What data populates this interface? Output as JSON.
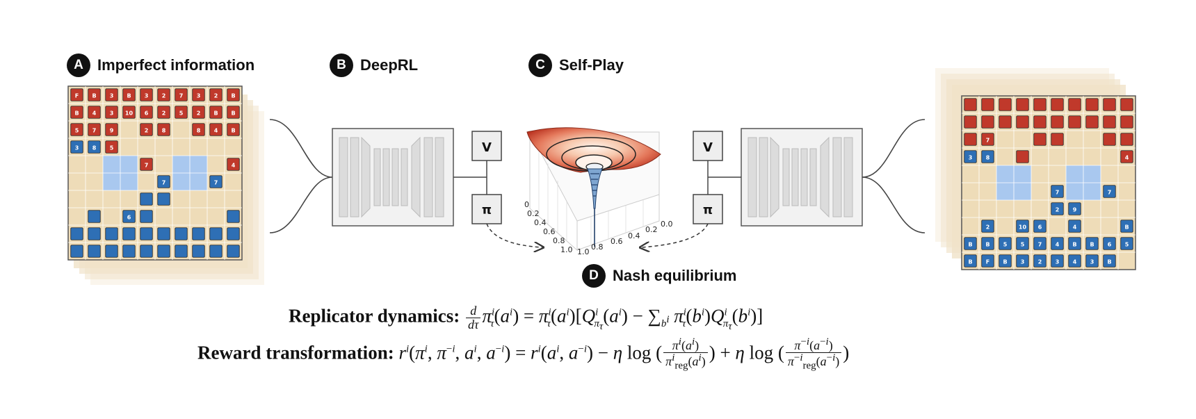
{
  "labels": {
    "a": {
      "letter": "A",
      "text": "Imperfect information"
    },
    "b": {
      "letter": "B",
      "text": "DeepRL"
    },
    "c": {
      "letter": "C",
      "text": "Self-Play"
    },
    "d": {
      "letter": "D",
      "text": "Nash equilibrium"
    }
  },
  "heads": {
    "value": "V",
    "policy": "π"
  },
  "surface_ticks": {
    "left_axis": [
      "0",
      "0.2",
      "0.4",
      "0.6",
      "0.8",
      "1.0"
    ],
    "bottom_axis": [
      "1.0",
      "0.8",
      "0.6",
      "0.4",
      "0.2",
      "0.0"
    ]
  },
  "equations": {
    "replicator_label": "Replicator dynamics:",
    "reward_label": "Reward transformation:"
  },
  "board_left": {
    "rows": [
      [
        "F",
        "B",
        "3",
        "B",
        "3",
        "2",
        "7",
        "3",
        "2",
        "B"
      ],
      [
        "B",
        "4",
        "3",
        "10",
        "6",
        "2",
        "5",
        "2",
        "B",
        "B"
      ],
      [
        "5",
        "7",
        "9",
        "",
        "2",
        "8",
        "",
        "8",
        "4",
        "B"
      ],
      [
        "3",
        "8",
        "5",
        "",
        "",
        "",
        "",
        "",
        "",
        ""
      ],
      [
        "",
        "",
        "",
        "",
        "7",
        "",
        "",
        "",
        "",
        "4"
      ],
      [
        "",
        "",
        "",
        "",
        "",
        "7",
        "",
        "",
        "7",
        ""
      ],
      [
        "",
        "",
        "",
        "",
        "",
        "",
        "",
        "",
        "",
        ""
      ],
      [
        "",
        "",
        "",
        "6",
        "",
        "",
        "",
        "",
        "",
        ""
      ],
      [
        "",
        "",
        "",
        "",
        "",
        "",
        "",
        "",
        "",
        ""
      ],
      [
        "",
        "",
        "",
        "",
        "",
        "",
        "",
        "",
        "",
        ""
      ]
    ]
  },
  "board_right": {
    "rows": [
      [
        "",
        "",
        "",
        "",
        "",
        "",
        "",
        "",
        "",
        ""
      ],
      [
        "",
        "",
        "",
        "",
        "",
        "",
        "",
        "",
        "",
        ""
      ],
      [
        "",
        "7",
        "",
        "",
        "",
        "",
        "",
        "",
        "",
        ""
      ],
      [
        "3",
        "8",
        "",
        "",
        "",
        "",
        "",
        "",
        "",
        "4"
      ],
      [
        "",
        "",
        "",
        "",
        "",
        "",
        "",
        "",
        "",
        ""
      ],
      [
        "",
        "",
        "",
        "",
        "",
        "7",
        "",
        "",
        "7",
        ""
      ],
      [
        "",
        "",
        "",
        "",
        "",
        "2",
        "9",
        "",
        "",
        ""
      ],
      [
        "",
        "2",
        "",
        "10",
        "6",
        "",
        "4",
        "",
        "",
        "B"
      ],
      [
        "B",
        "B",
        "5",
        "5",
        "7",
        "4",
        "B",
        "B",
        "6",
        "5"
      ],
      [
        "B",
        "F",
        "B",
        "3",
        "2",
        "3",
        "4",
        "3",
        "B",
        ""
      ]
    ]
  },
  "colors": {
    "red": "#c0392b",
    "blue": "#2e6fb5",
    "sand": "#eedcb8",
    "lake": "#a9c8ef"
  }
}
